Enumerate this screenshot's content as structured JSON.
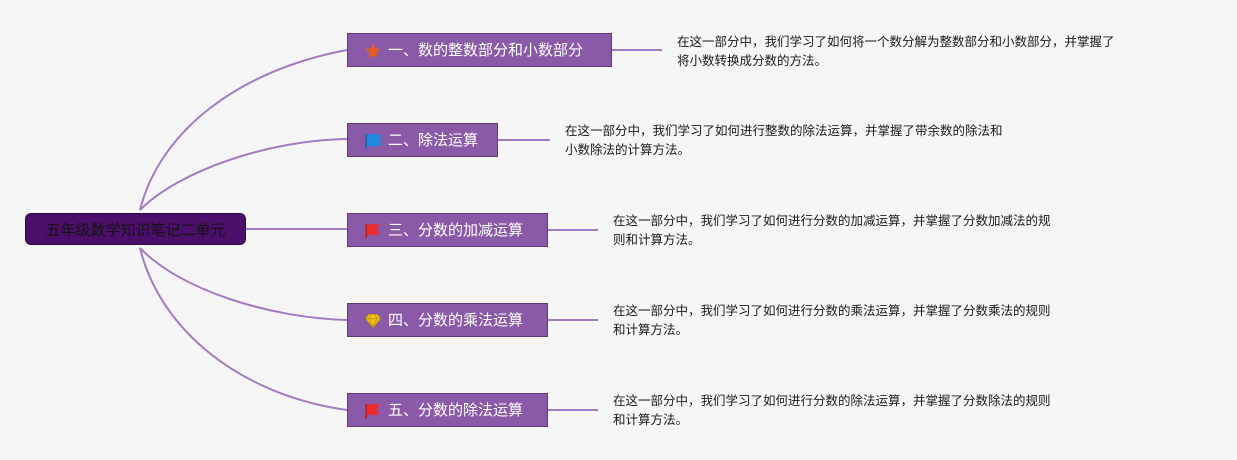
{
  "colors": {
    "branch_line": "#a27cc3",
    "root_fill": "#4b0f6b",
    "topic_fill": "#8a5aa8",
    "star": "#e25d2c",
    "blue_flag": "#1f88e0",
    "red_flag": "#ee2b2b",
    "diamond": "#f0c21a"
  },
  "root": {
    "label": "五年级数学知识笔记二单元"
  },
  "topics": [
    {
      "label": "一、数的整数部分和小数部分",
      "icon": "star-icon",
      "note": [
        "在这一部分中，我们学习了如何将一个数分解为整数部分和小数部分，并掌握了",
        "将小数转换成分数的方法。"
      ]
    },
    {
      "label": "二、除法运算",
      "icon": "blue-flag-icon",
      "note": [
        "在这一部分中，我们学习了如何进行整数的除法运算，并掌握了带余数的除法和",
        "小数除法的计算方法。"
      ]
    },
    {
      "label": "三、分数的加减运算",
      "icon": "red-flag-icon",
      "note": [
        "在这一部分中，我们学习了如何进行分数的加减运算，并掌握了分数加减法的规",
        "则和计算方法。"
      ]
    },
    {
      "label": "四、分数的乘法运算",
      "icon": "diamond-icon",
      "note": [
        "在这一部分中，我们学习了如何进行分数的乘法运算，并掌握了分数乘法的规则",
        "和计算方法。"
      ]
    },
    {
      "label": "五、分数的除法运算",
      "icon": "red-flag-icon",
      "note": [
        "在这一部分中，我们学习了如何进行分数的除法运算，并掌握了分数除法的规则",
        "和计算方法。"
      ]
    }
  ]
}
